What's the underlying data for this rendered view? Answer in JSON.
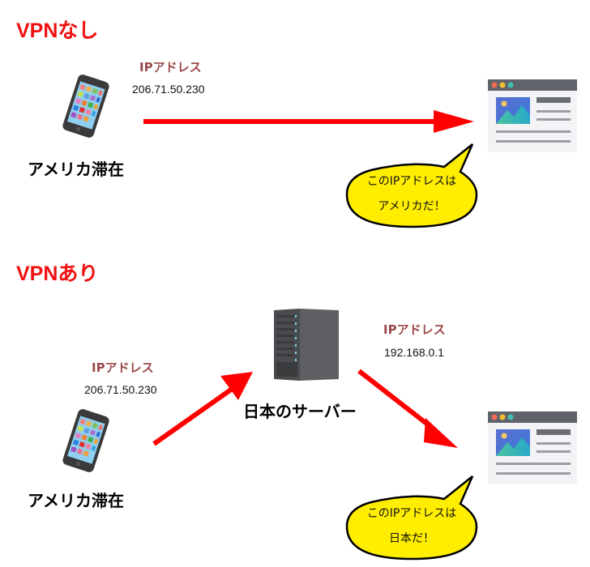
{
  "sections": [
    {
      "heading": "VPNなし",
      "client_location": "アメリカ滞在",
      "ip_label": "IPアドレス",
      "ip_value": "206.71.50.230",
      "bubble_line1": "このIPアドレスは",
      "bubble_line2": "アメリカだ！"
    },
    {
      "heading": "VPNあり",
      "client_location": "アメリカ滞在",
      "client_ip_label": "IPアドレス",
      "client_ip_value": "206.71.50.230",
      "server_label": "日本のサーバー",
      "server_ip_label": "IPアドレス",
      "server_ip_value": "192.168.0.1",
      "bubble_line1": "このIPアドレスは",
      "bubble_line2": "日本だ！"
    }
  ],
  "colors": {
    "arrow": "#ff0000",
    "heading": "#f21010",
    "ip_label": "#9b4848",
    "bubble": "#ffee00"
  }
}
